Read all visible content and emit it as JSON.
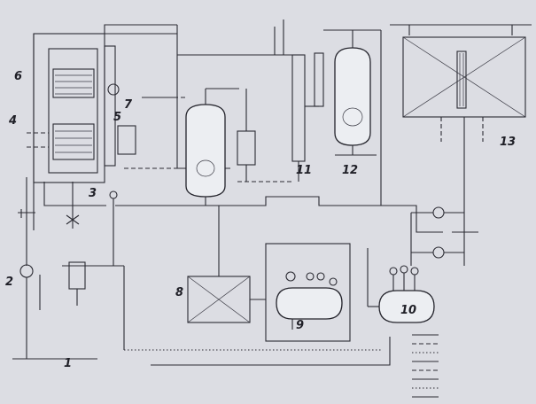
{
  "callouts": [
    {
      "id": "1",
      "label": "1"
    },
    {
      "id": "2",
      "label": "2"
    },
    {
      "id": "3",
      "label": "3"
    },
    {
      "id": "4",
      "label": "4"
    },
    {
      "id": "5",
      "label": "5"
    },
    {
      "id": "6",
      "label": "6"
    },
    {
      "id": "7",
      "label": "7"
    },
    {
      "id": "8",
      "label": "8"
    },
    {
      "id": "9",
      "label": "9"
    },
    {
      "id": "10",
      "label": "10"
    },
    {
      "id": "11",
      "label": "11"
    },
    {
      "id": "12",
      "label": "12"
    },
    {
      "id": "13",
      "label": "13"
    }
  ],
  "colors": {
    "paper": "#dcdde3",
    "ink": "#2b2b33"
  }
}
